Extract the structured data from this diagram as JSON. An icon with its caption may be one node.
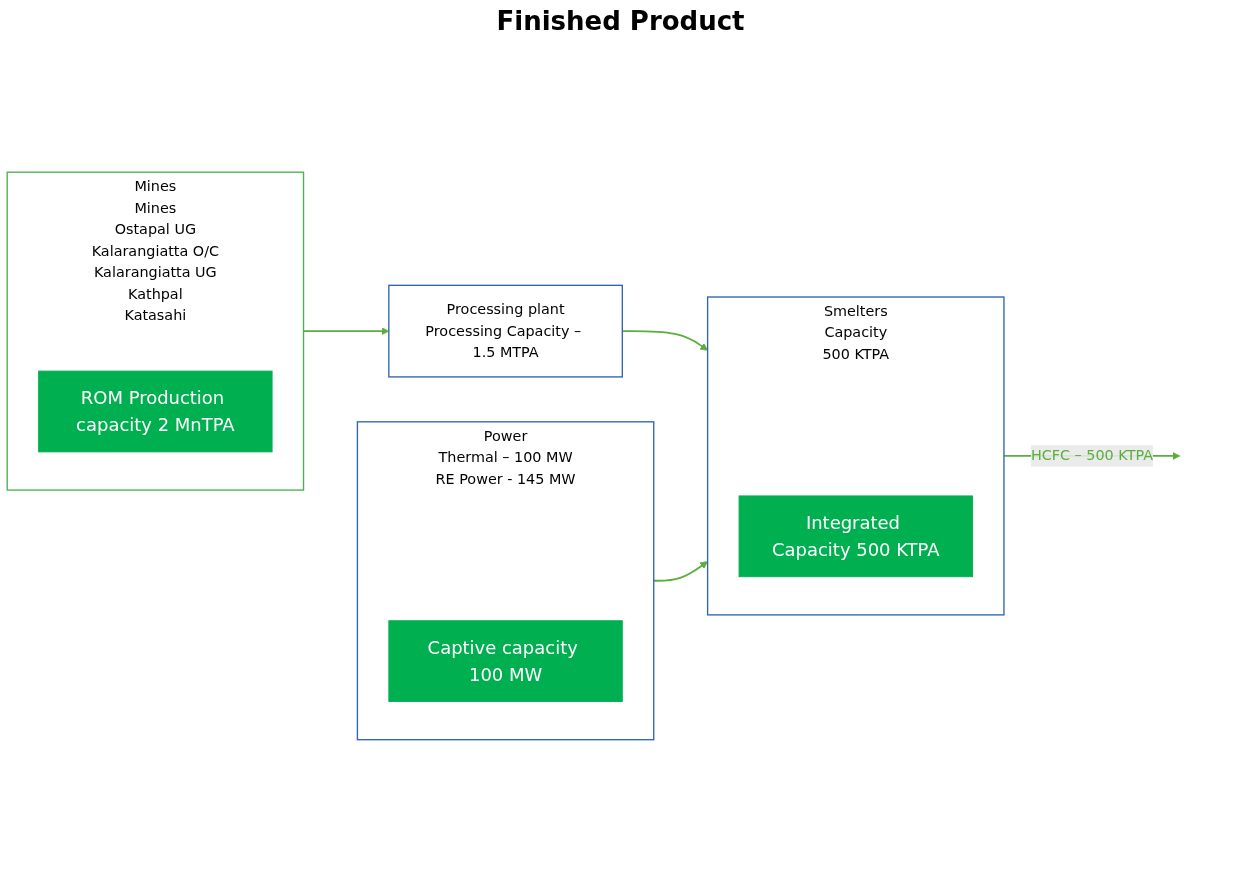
{
  "diagram": {
    "nodes": [
      {
        "text": [
          "Mines",
          "Mines",
          "Ostapal UG",
          "Kalarangiatta O/C",
          "Kalarangiatta UG",
          "Kathpal",
          "Katasahi"
        ]
      },
      {
        "text": [
          "ROM Production capacity 2 MnTPA"
        ],
        "in": 0
      },
      {
        "text": [
          "Processing plant",
          "Processing Capacity – 1.5 MTPA"
        ]
      },
      {
        "text": [
          "Smelters",
          "Capacity",
          "500 KTPA"
        ]
      },
      {
        "text": [
          "Integrated Capacity 500 KTPA"
        ],
        "in": 3
      },
      {
        "text": [
          "Power",
          "Thermal – 100 MW",
          "RE Power - 145 MW"
        ]
      },
      {
        "text": [
          "Captive capacity 100 MW"
        ],
        "in": 5
      }
    ],
    "edges": [
      {
        "from": 0,
        "to": 2,
        "arrow": "to"
      },
      {
        "from": 2,
        "to": 3,
        "arrow": "to"
      },
      {
        "from": 5,
        "to": 3,
        "arrow": "to"
      },
      {
        "from": 3,
        "to": null,
        "arrow": "to",
        "label": "HCFC – 500 KTPA"
      }
    ],
    "labels": [
      "Finished Product"
    ]
  }
}
